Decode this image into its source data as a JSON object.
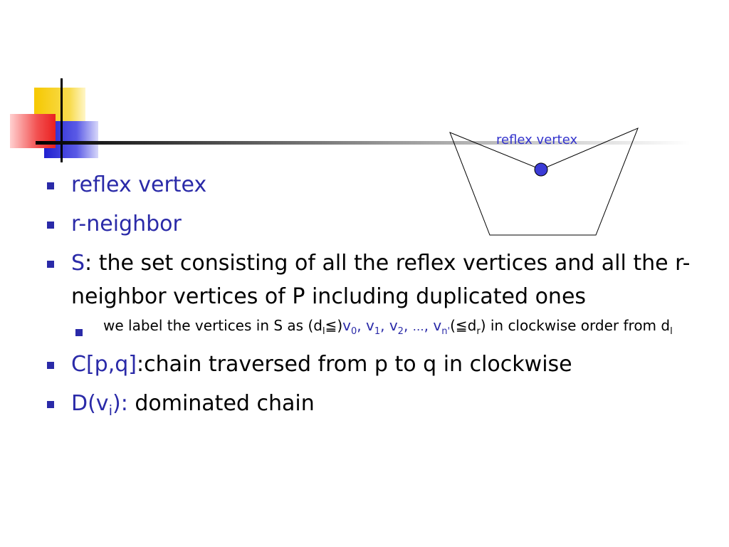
{
  "colors": {
    "accent_blue": "#2a2aa8",
    "sub_bullet_red": "#e02020",
    "deco_yellow": "#f6c800",
    "deco_red": "#f25050",
    "deco_blue": "#3030d8"
  },
  "diagram": {
    "label": "reflex vertex"
  },
  "bullets": {
    "b1": "reflex vertex",
    "b2": "r-neighbor",
    "b3": {
      "term": "S",
      "text": ": the set consisting of all the reflex vertices and all the r-neighbor vertices of P including duplicated ones"
    },
    "sub1": {
      "t1": "we label the vertices in S as (d",
      "s1": "l",
      "t2": "≦)",
      "v0": "v",
      "v0s": "0",
      "c1": ", ",
      "v1": "v",
      "v1s": "1",
      "c2": ", ",
      "v2": "v",
      "v2s": "2",
      "c3": ", ",
      "ellipsis": "…",
      "c4": ", ",
      "vn": "v",
      "vns": "n'",
      "t3": "(≦d",
      "s3": "r",
      "t4": ") in clockwise order from d",
      "s4": "l"
    },
    "b4": {
      "term": "C[p,q]",
      "text": ":chain traversed from p to q in clockwise"
    },
    "b5": {
      "term_a": "D(v",
      "term_sub": "i",
      "term_b": "):",
      "text": " dominated chain"
    }
  }
}
